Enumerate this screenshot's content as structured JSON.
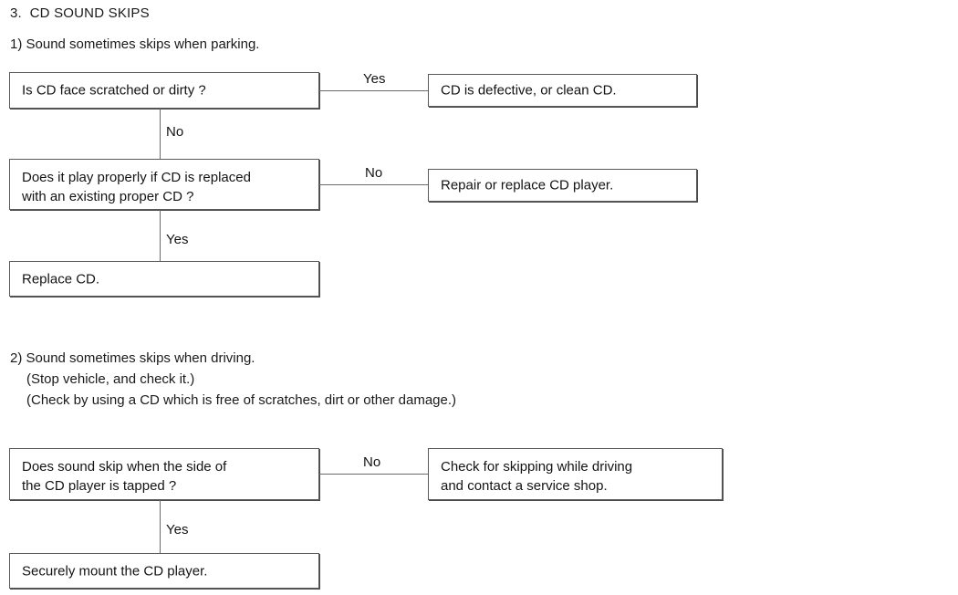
{
  "document": {
    "section_number": "3.",
    "section_title": "3.  CD SOUND SKIPS",
    "colors": {
      "text": "#141414",
      "box_border": "#5a5a5a",
      "connector": "#6a6a6a",
      "background": "#ffffff"
    }
  },
  "case1": {
    "title": "1) Sound sometimes skips when parking.",
    "boxes": {
      "q1": "Is CD face scratched or dirty ?",
      "a1": "CD is defective, or clean CD.",
      "q2": "Does it play properly if CD is replaced\nwith an existing proper CD ?",
      "a2": "Repair or replace CD player.",
      "end": "Replace CD."
    },
    "edges": {
      "q1_yes": "Yes",
      "q1_no": "No",
      "q2_no": "No",
      "q2_yes": "Yes"
    }
  },
  "case2": {
    "title": "2) Sound sometimes skips when driving.",
    "note1": "(Stop vehicle, and check it.)",
    "note2": "(Check by using a CD which is free of scratches, dirt or other damage.)",
    "boxes": {
      "q1": "Does sound skip when the side of\nthe CD player is tapped ?",
      "a1": "Check for skipping while driving\nand contact a service shop.",
      "end": "Securely mount the CD player."
    },
    "edges": {
      "q1_no": "No",
      "q1_yes": "Yes"
    }
  }
}
